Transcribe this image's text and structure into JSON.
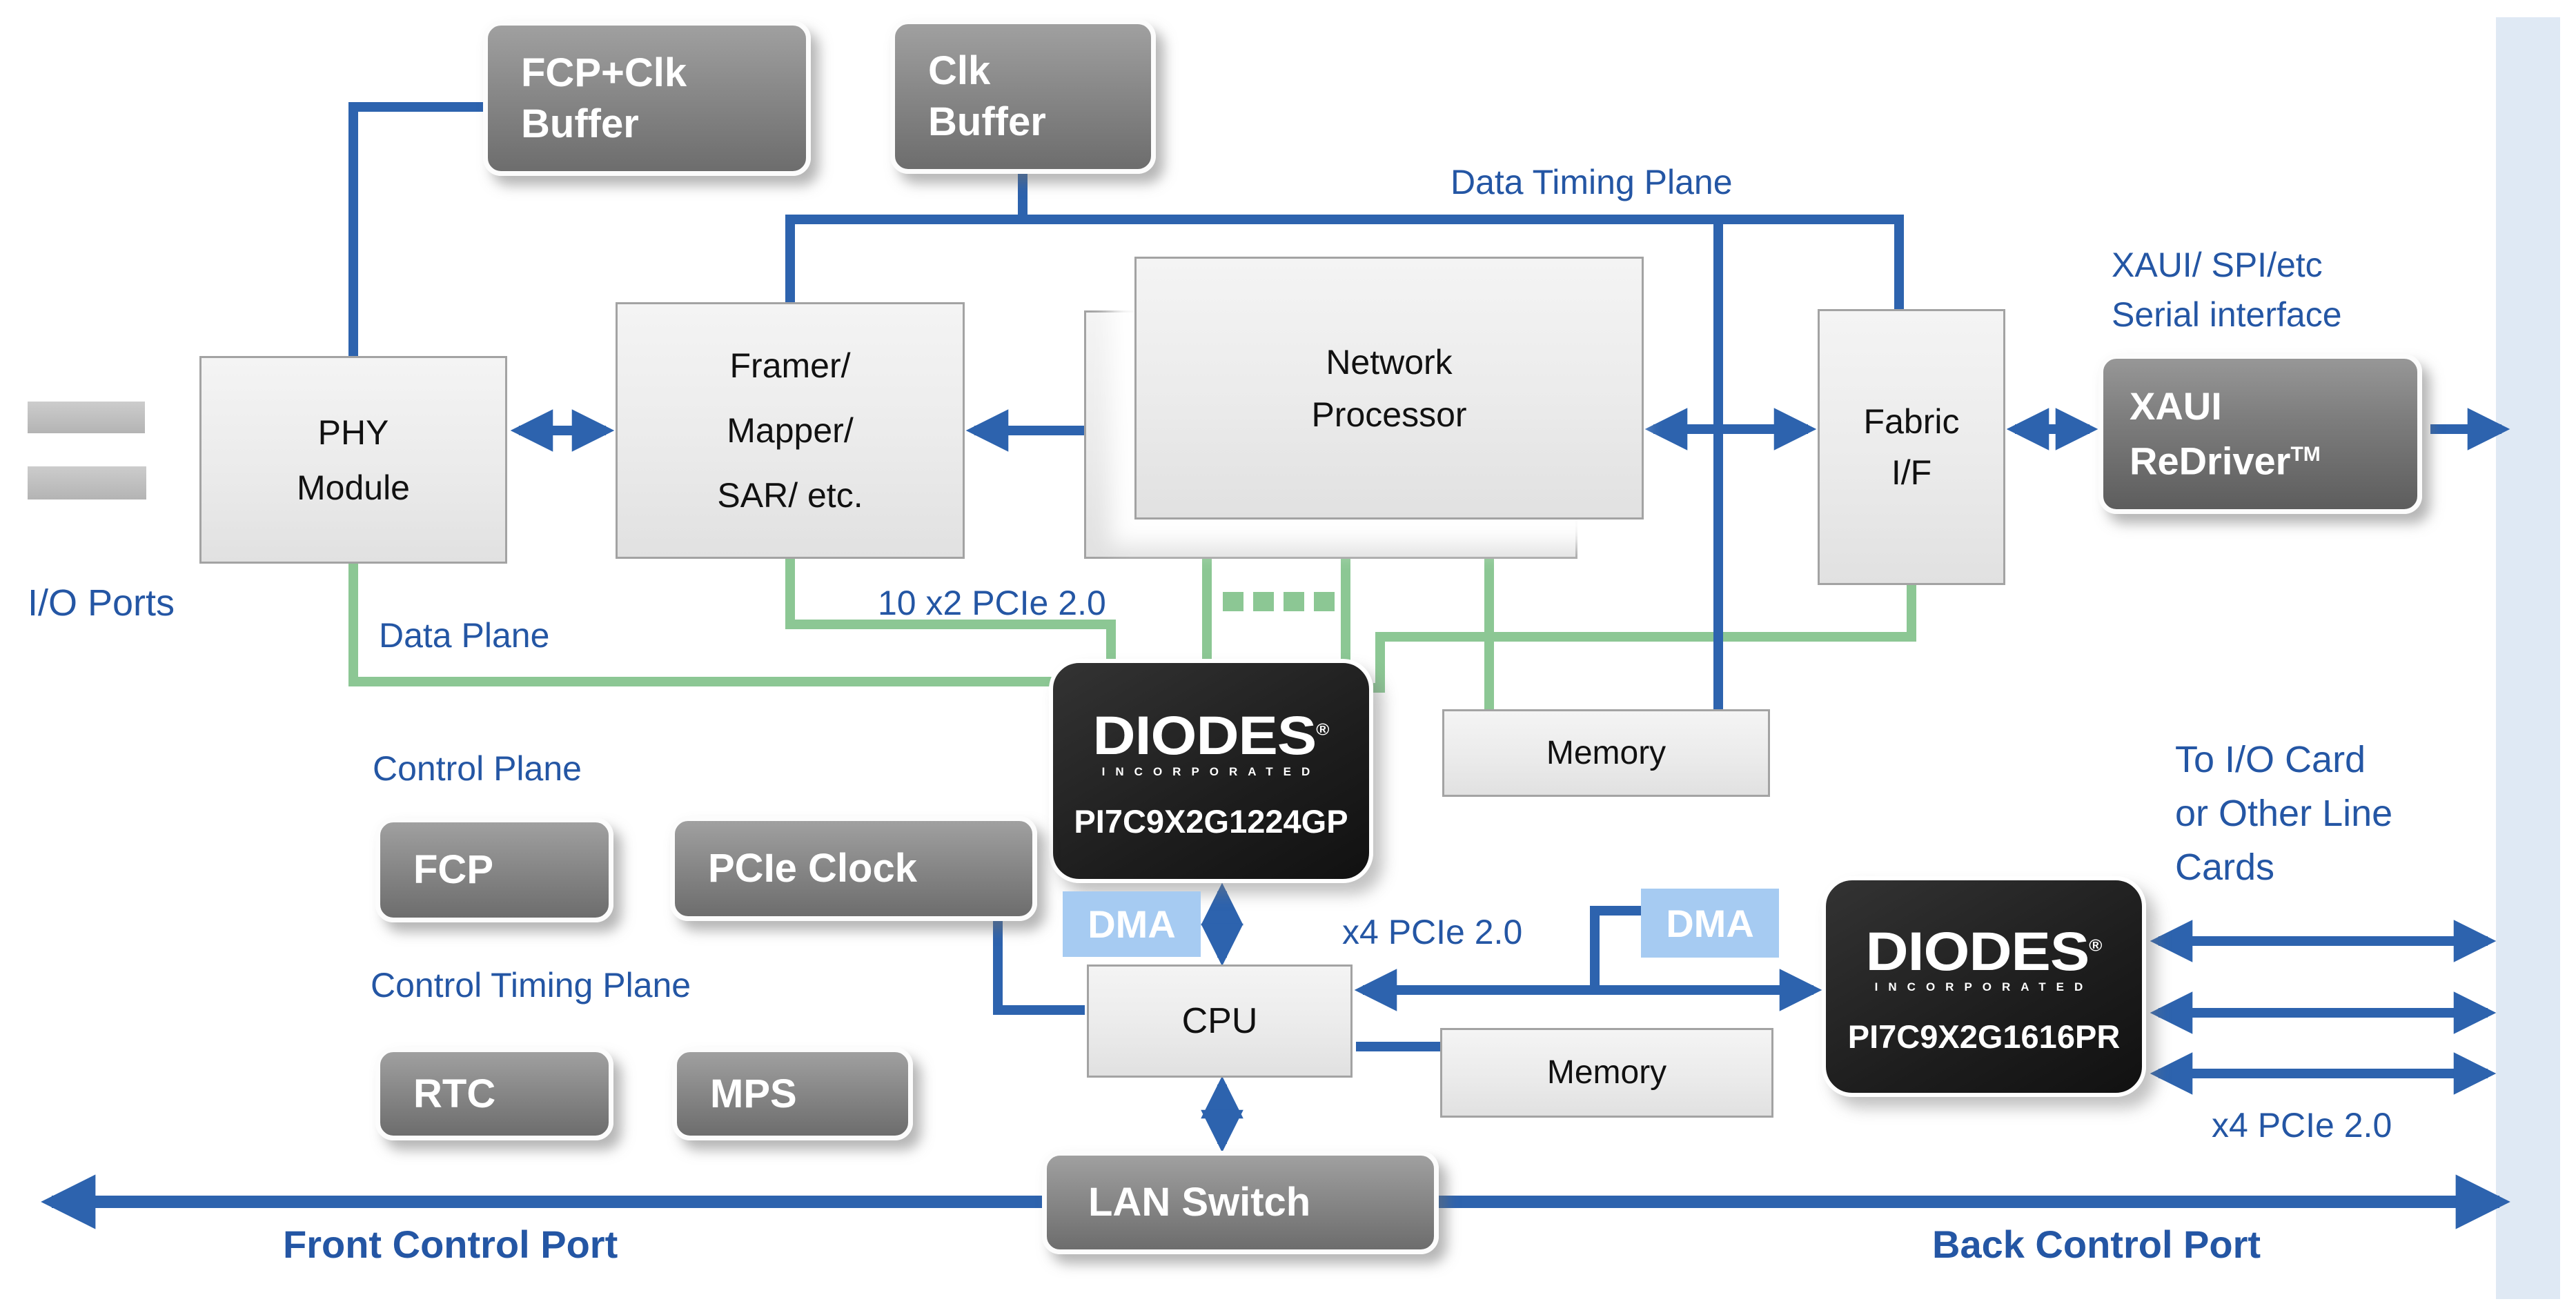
{
  "diagram": {
    "labels": {
      "data_timing_plane": "Data Timing Plane",
      "xaui_serial_line1": "XAUI/ SPI/etc",
      "xaui_serial_line2": "Serial interface",
      "io_ports": "I/O Ports",
      "data_plane": "Data Plane",
      "pcie_10x2": "10 x2 PCIe 2.0",
      "control_plane": "Control Plane",
      "control_timing_plane": "Control Timing Plane",
      "x4_pcie_mid": "x4 PCIe 2.0",
      "x4_pcie_right": "x4 PCIe 2.0",
      "to_io_line1": "To I/O Card",
      "to_io_line2": "or Other Line",
      "to_io_line3": "Cards",
      "front_control_port": "Front Control Port",
      "back_control_port": "Back Control Port"
    },
    "blocks": {
      "fcp_clk_buffer": {
        "line1": "FCP+Clk",
        "line2": "Buffer"
      },
      "clk_buffer": {
        "line1": "Clk",
        "line2": "Buffer"
      },
      "phy_module": {
        "line1": "PHY",
        "line2": "Module"
      },
      "framer": {
        "line1": "Framer/",
        "line2": "Mapper/",
        "line3": "SAR/ etc."
      },
      "network_processor": {
        "line1": "Network",
        "line2": "Processor"
      },
      "fabric_if": {
        "line1": "Fabric",
        "line2": "I/F"
      },
      "xaui_redriver": {
        "line1": "XAUI",
        "line2": "ReDriver",
        "tm": "TM"
      },
      "memory_top": "Memory",
      "memory_bottom": "Memory",
      "fcp": "FCP",
      "pcie_clock": "PCIe Clock",
      "rtc": "RTC",
      "mps": "MPS",
      "cpu": "CPU",
      "lan_switch": "LAN Switch",
      "dma_left": "DMA",
      "dma_right": "DMA"
    },
    "chips": {
      "switch1": {
        "brand": "DIODES",
        "registered": "®",
        "incorporated": "INCORPORATED",
        "part": "PI7C9X2G1224GP"
      },
      "switch2": {
        "brand": "DIODES",
        "registered": "®",
        "incorporated": "INCORPORATED",
        "part": "PI7C9X2G1616PR"
      }
    },
    "colors": {
      "blue_text": "#2456a4",
      "blue_line": "#2d63ae",
      "green_line": "#8cc794",
      "dma_background": "#a6cbf2",
      "right_band": "#dfe9f4",
      "chip_background": "#1d1d1d",
      "button_gray": "#8b8b8b"
    }
  }
}
